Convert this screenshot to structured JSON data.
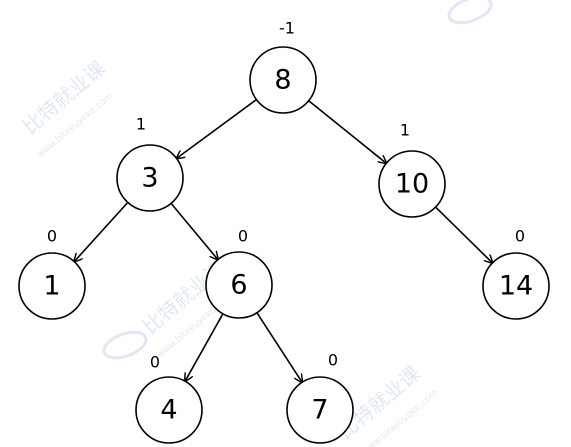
{
  "colors": {
    "stroke": "#000000",
    "node_fill": "#ffffff",
    "background": "#ffffff",
    "watermark": "#c8d6ea"
  },
  "watermarks": [
    {
      "text": "比特就业课"
    },
    {
      "text": "www.bitejiuyeke.com"
    },
    {
      "text": "比特就业课"
    },
    {
      "text": "www.bitejiuyeke.com"
    },
    {
      "text": "比特就业课"
    },
    {
      "text": "www.bitejiuyeke.com"
    }
  ],
  "tree": {
    "type": "AVL",
    "nodes": [
      {
        "id": "n8",
        "key": "8",
        "balance": "-1"
      },
      {
        "id": "n3",
        "key": "3",
        "balance": "1"
      },
      {
        "id": "n10",
        "key": "10",
        "balance": "1"
      },
      {
        "id": "n1",
        "key": "1",
        "balance": "0"
      },
      {
        "id": "n6",
        "key": "6",
        "balance": "0"
      },
      {
        "id": "n14",
        "key": "14",
        "balance": "0"
      },
      {
        "id": "n4",
        "key": "4",
        "balance": "0"
      },
      {
        "id": "n7",
        "key": "7",
        "balance": "0"
      }
    ],
    "edges": [
      {
        "from": "n8",
        "to": "n3"
      },
      {
        "from": "n8",
        "to": "n10"
      },
      {
        "from": "n3",
        "to": "n1"
      },
      {
        "from": "n3",
        "to": "n6"
      },
      {
        "from": "n10",
        "to": "n14"
      },
      {
        "from": "n6",
        "to": "n4"
      },
      {
        "from": "n6",
        "to": "n7"
      }
    ]
  }
}
